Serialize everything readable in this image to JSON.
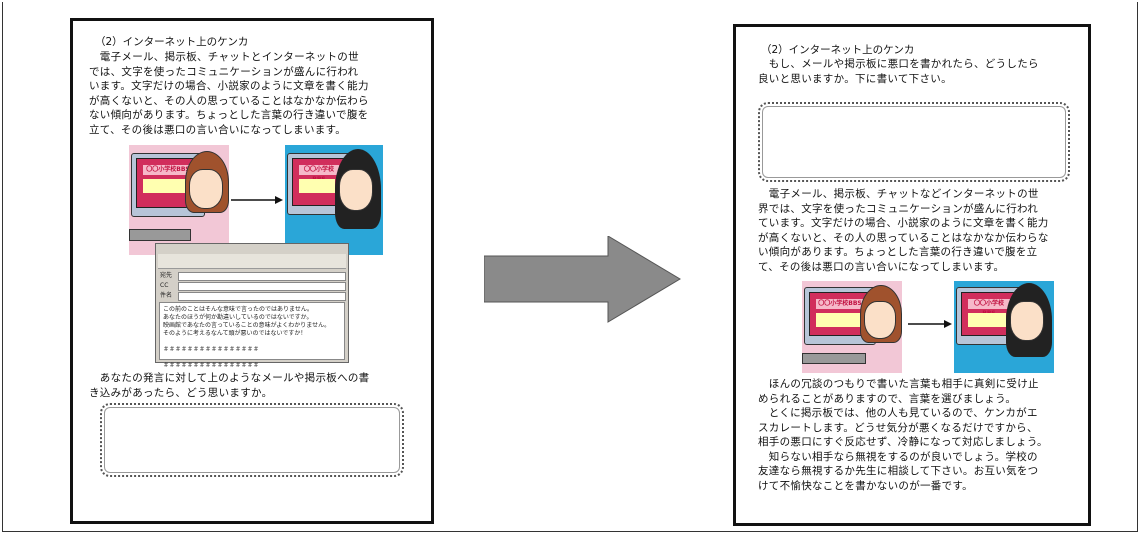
{
  "left_page": {
    "heading": "（2）インターネット上のケンカ",
    "paragraph1": "　電子メール、掲示板、チャットとインターネットの世\nでは、文字を使ったコミュニケーションが盛んに行われ\nいます。文字だけの場合、小説家のように文章を書く能力\nが高くないと、その人の思っていることはなかなか伝わら\nない傾向があります。ちょっとした言葉の行き違いで腹を\n立て、その後は悪口の言い合いになってしまいます。",
    "question": "　あなたの発言に対して上のようなメールや掲示板への書\nき込みがあったら、どう思いますか。",
    "screen_title": "〇〇小学校BBS",
    "mail_window": {
      "to_label": "宛先",
      "cc_label": "CC",
      "subject_label": "件名",
      "body": "この前のことはそんな意味で言ったのではありません。\nあなたのほうが何か勘違いしているのではないですか。\n映画館であなたの言っていることの意味がよくわかりません。\nそのように考えるなんて頭が悪いのではないですか！\n\n＃＃＃＃＃＃＃＃＃＃＃＃＃＃＃＃\n\n＃＃＃＃＃＃＃＃＃＃＃＃＃＃＃＃"
    }
  },
  "right_page": {
    "heading": "（2）インターネット上のケンカ",
    "intro": "　もし、メールや掲示板に悪口を書かれたら、どうしたら\n良いと思いますか。下に書いて下さい。",
    "paragraph1": "　電子メール、掲示板、チャットなどインターネットの世\n界では、文字を使ったコミュニケーションが盛んに行われ\nています。文字だけの場合、小説家のように文章を書く能力\nが高くないと、その人の思っていることはなかなか伝わらな\nい傾向があります。ちょっとした言葉の行き違いで腹を立\nて、その後は悪口の言い合いになってしまいます。",
    "paragraph2": "　ほんの冗談のつもりで書いた言葉も相手に真剣に受け止\nめられることがありますので、言葉を選びましょう。\n　とくに掲示板では、他の人も見ているので、ケンカがエ\nスカレートします。どうせ気分が悪くなるだけですから、\n相手の悪口にすぐ反応せず、冷静になって対応しましょう。\n　知らない相手なら無視をするのが良いでしょう。学校の\n友達なら無視するか先生に相談して下さい。お互い気をつ\nけて不愉快なことを書かないのが一番です。",
    "screen_title": "〇〇小学校BBS"
  },
  "colors": {
    "arrow": "#8a8a8a",
    "screen": "#d12e5c",
    "sky_blue": "#2aa6d8",
    "pink_bg": "#f2c7d6"
  }
}
